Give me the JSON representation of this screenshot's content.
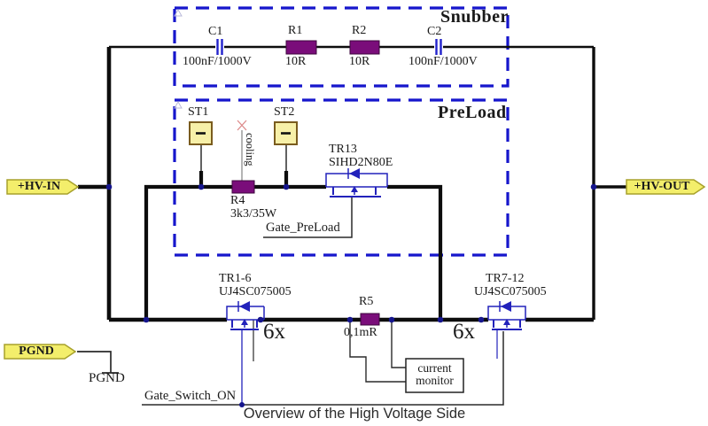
{
  "title": "Overview of the High Voltage Side",
  "sections": {
    "snubber": "Snubber",
    "preload": "PreLoad"
  },
  "connectors": {
    "hv_in": "+HV-IN",
    "hv_out": "+HV-OUT",
    "pgnd": "PGND"
  },
  "components": {
    "c1": {
      "ref": "C1",
      "value": "100nF/1000V"
    },
    "r1": {
      "ref": "R1",
      "value": "10R"
    },
    "r2": {
      "ref": "R2",
      "value": "10R"
    },
    "c2": {
      "ref": "C2",
      "value": "100nF/1000V"
    },
    "st1": {
      "ref": "ST1"
    },
    "st2": {
      "ref": "ST2"
    },
    "r4": {
      "ref": "R4",
      "value": "3k3/35W"
    },
    "tr13": {
      "ref": "TR13",
      "part": "SIHD2N80E"
    },
    "tr1_6": {
      "ref": "TR1-6",
      "part": "UJ4SC075005",
      "multiplier": "6x"
    },
    "r5": {
      "ref": "R5",
      "value": "0,1mR"
    },
    "tr7_12": {
      "ref": "TR7-12",
      "part": "UJ4SC075005",
      "multiplier": "6x"
    },
    "current_monitor": {
      "line1": "current",
      "line2": "monitor"
    }
  },
  "nets": {
    "gate_preload": "Gate_PreLoad",
    "gate_switch_on": "Gate_Switch_ON",
    "pgnd": "PGND",
    "cooling": "cooling"
  },
  "colors": {
    "box_dash": "#1616cc",
    "wire": "#0d0d0d",
    "resistor_fill": "#7a0d7a",
    "mosfet_blue": "#2222bb",
    "junction": "#15158c",
    "connector_fill": "#f3ee6b",
    "connector_border": "#a7a12c",
    "thermal_fill": "#f7f0a8",
    "thermal_border": "#7a5c1e",
    "cooling_x": "#dd8a8a"
  }
}
